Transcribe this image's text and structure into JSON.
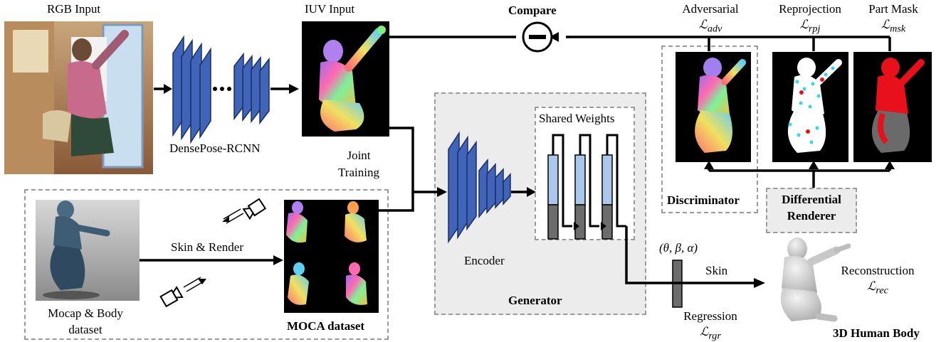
{
  "top": {
    "rgb_label": "RGB Input",
    "iuv_label": "IUV Input",
    "compare_label": "Compare",
    "densepose_label": "DensePose-RCNN",
    "joint_training_line1": "Joint",
    "joint_training_line2": "Training"
  },
  "losses": {
    "adversarial": "Adversarial",
    "adversarial_sym": "ℒ",
    "adversarial_sub": "adv",
    "reprojection": "Reprojection",
    "reprojection_sym": "ℒ",
    "reprojection_sub": "rpj",
    "part_mask": "Part Mask",
    "part_mask_sym": "ℒ",
    "part_mask_sub": "msk",
    "reconstruction": "Reconstruction",
    "reconstruction_sym": "ℒ",
    "reconstruction_sub": "rec",
    "regression": "Regression",
    "regression_sym": "ℒ",
    "regression_sub": "rgr"
  },
  "modules": {
    "discriminator": "Discriminator",
    "differential_line1": "Differential",
    "differential_line2": "Renderer",
    "shared_weights": "Shared Weights",
    "encoder": "Encoder",
    "generator": "Generator"
  },
  "moca": {
    "mocap_line1": "Mocap & Body",
    "mocap_line2": "dataset",
    "skin_render": "Skin & Render",
    "moca_dataset": "MOCA dataset"
  },
  "output": {
    "params": "(θ, β, α)",
    "skin": "Skin",
    "human_body": "3D Human Body"
  },
  "colors": {
    "cnn_blue": "#3f64b8",
    "gru_light": "#a9c8ec",
    "gru_dark": "#6c6c6c",
    "dashed_border": "#9a9a9a",
    "panel_gray": "#ececec",
    "mask_red": "#e8101a",
    "keypoint_cyan": "#30d8ea"
  }
}
